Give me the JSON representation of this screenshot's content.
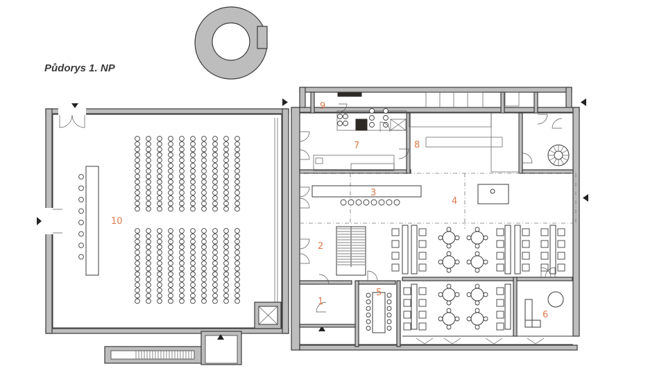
{
  "title": "Půdorys 1. NP",
  "rooms": [
    {
      "label": "1"
    },
    {
      "label": "2"
    },
    {
      "label": "3"
    },
    {
      "label": "4"
    },
    {
      "label": "5"
    },
    {
      "label": "6"
    },
    {
      "label": "7"
    },
    {
      "label": "8"
    },
    {
      "label": "9"
    },
    {
      "label": "10"
    }
  ],
  "colors": {
    "room_label": "#e07a4a",
    "wall_fill": "#bdbdbd",
    "line": "#3a3a3a"
  }
}
